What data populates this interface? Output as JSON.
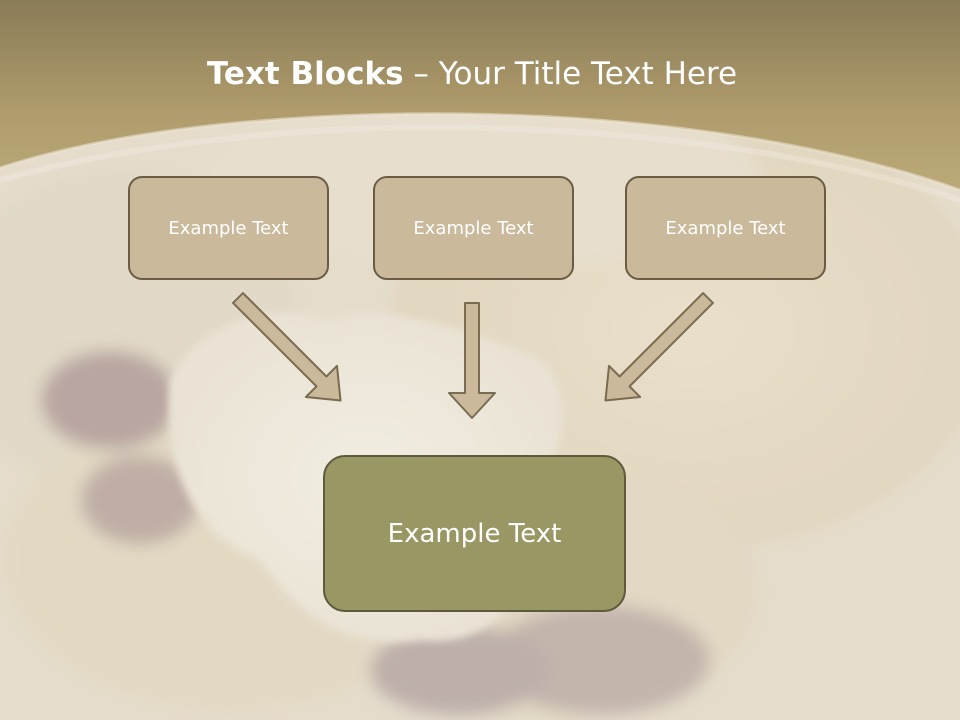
{
  "slide": {
    "title_bold": "Text Blocks",
    "title_dash": "–",
    "title_rest": "Your Title Text Here",
    "boxes": [
      {
        "label": "Example Text"
      },
      {
        "label": "Example Text"
      },
      {
        "label": "Example Text"
      }
    ],
    "main_box": {
      "label": "Example Text"
    }
  },
  "colors": {
    "header_band": "#b3a070",
    "box_fill": "#cab99a",
    "box_border": "#6b5d43",
    "main_box_fill": "#999764",
    "arrow_fill": "#cab99a",
    "text": "#ffffff"
  }
}
